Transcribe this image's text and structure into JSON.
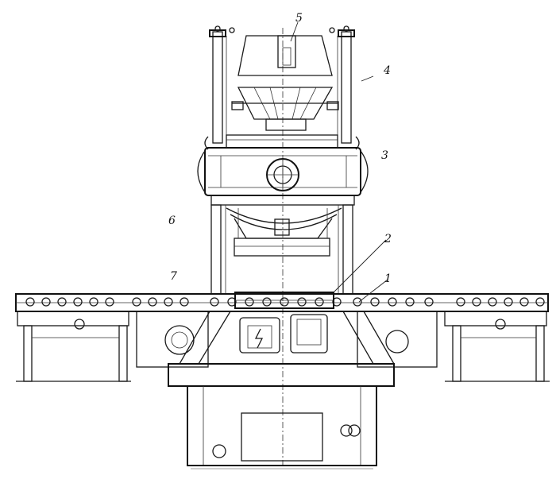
{
  "callouts": [
    {
      "id": "5",
      "text": "5"
    },
    {
      "id": "4",
      "text": "4"
    },
    {
      "id": "3",
      "text": "3"
    },
    {
      "id": "6",
      "text": "6"
    },
    {
      "id": "2",
      "text": "2"
    },
    {
      "id": "1",
      "text": "1"
    },
    {
      "id": "7",
      "text": "7"
    }
  ],
  "colors": {
    "line": "#1a1a1a",
    "background": "#ffffff"
  }
}
